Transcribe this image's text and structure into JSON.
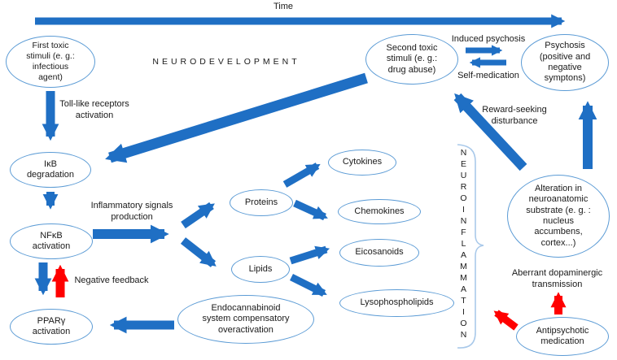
{
  "figure": {
    "timeline_label": "Time",
    "neurodevelopment_label": "NEURODEVELOPMENT",
    "neuroinflammation_label": "N\nE\nU\nR\nO\nI\nN\nF\nL\nA\nM\nM\nA\nT\nI\nO\nN"
  },
  "nodes": {
    "first_toxic": "First toxic\nstimuli (e. g.:\ninfectious\nagent)",
    "second_toxic": "Second toxic\nstimuli (e. g.:\ndrug abuse)",
    "psychosis": "Psychosis\n(positive and\nnegative\nsymptons)",
    "ikb": "IκB\ndegradation",
    "nfkb": "NFκB\nactivation",
    "ppar": "PPARγ\nactivation",
    "proteins": "Proteins",
    "lipids": "Lipids",
    "cytokines": "Cytokines",
    "chemokines": "Chemokines",
    "eicosanoids": "Eicosanoids",
    "lysophospholipids": "Lysophospholipids",
    "endocannabinoid": "Endocannabinoid\nsystem compensatory\noveractivation",
    "alteration": "Alteration in\nneuroanatomic\nsubstrate (e. g. :\nnucleus\naccumbens,\ncortex...)",
    "antipsychotic": "Antipsychotic\nmedication"
  },
  "edge_labels": {
    "toll_like": "Toll-like receptors\nactivation",
    "induced_psychosis": "Induced psychosis",
    "self_medication": "Self-medication",
    "reward_seeking": "Reward-seeking\ndisturbance",
    "inflammatory_signals": "Inflammatory signals\nproduction",
    "negative_feedback": "Negative feedback",
    "aberrant_dopaminergic": "Aberrant dopaminergic\ntransmission"
  },
  "colors": {
    "arrow_blue": "#1F6FC4",
    "arrow_red": "#FF0000",
    "ellipse_border": "#5B9BD5",
    "brace": "#A9C9EA",
    "text": "#1A1A1A"
  }
}
